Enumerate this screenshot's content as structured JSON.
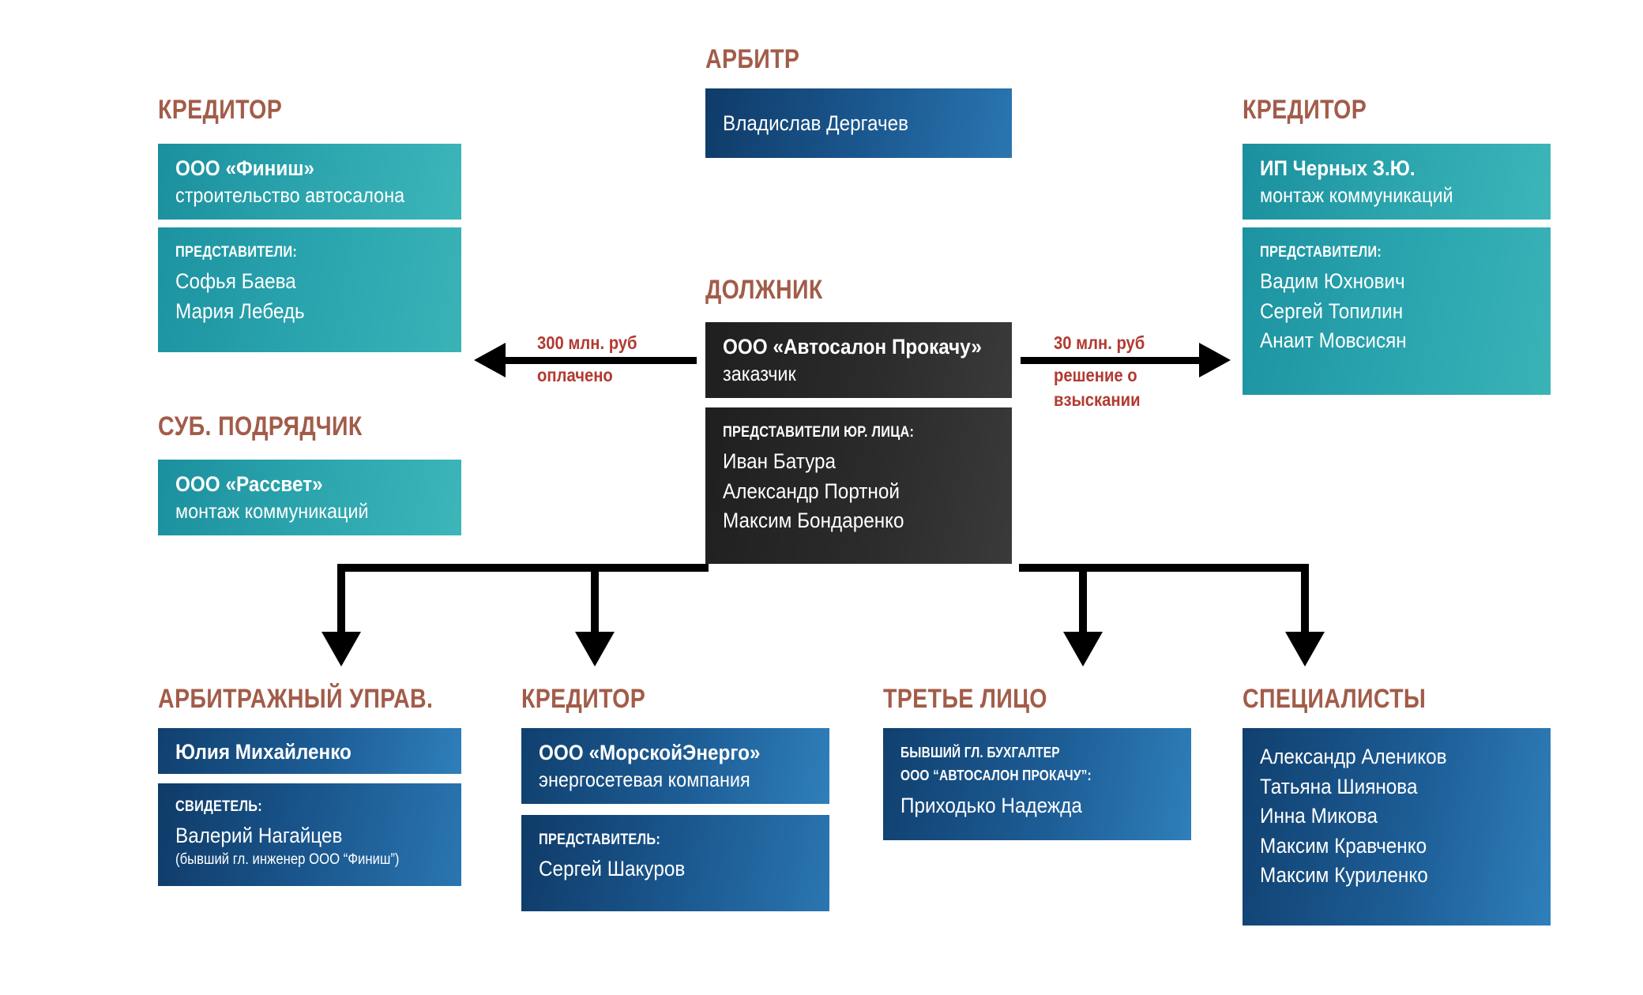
{
  "blocks": {
    "arbiter": {
      "heading": "АРБИТР",
      "name": "Владислав Дергачев"
    },
    "creditor_finish": {
      "heading": "КРЕДИТОР",
      "company": "ООО «Финиш»",
      "activity": "строительство автосалона",
      "reps_label": "ПРЕДСТАВИТЕЛИ:",
      "reps": [
        "Софья Баева",
        "Мария Лебедь"
      ]
    },
    "subcontractor": {
      "heading": "СУБ. ПОДРЯДЧИК",
      "company": "ООО «Рассвет»",
      "activity": "монтаж коммуникаций"
    },
    "debtor": {
      "heading": "ДОЛЖНИК",
      "company": "ООО «Автосалон Прокачу»",
      "activity": "заказчик",
      "reps_label": "ПРЕДСТАВИТЕЛИ ЮР. ЛИЦА:",
      "reps": [
        "Иван Батура",
        "Александр Портной",
        "Максим Бондаренко"
      ]
    },
    "creditor_chernykh": {
      "heading": "КРЕДИТОР",
      "company": "ИП Черных З.Ю.",
      "activity": "монтаж коммуникаций",
      "reps_label": "ПРЕДСТАВИТЕЛИ:",
      "reps": [
        "Вадим Юхнович",
        "Сергей Топилин",
        "Анаит Мовсисян"
      ]
    },
    "manager": {
      "heading": "АРБИТРАЖНЫЙ УПРАВ.",
      "name": "Юлия Михайленко",
      "witness_label": "СВИДЕТЕЛЬ:",
      "witness_name": "Валерий Нагайцев",
      "witness_note": "(бывший гл. инженер ООО “Финиш”)"
    },
    "creditor_morskoy": {
      "heading": "КРЕДИТОР",
      "company": "ООО «МорскойЭнерго»",
      "activity": "энергосетевая компания",
      "rep_label": "ПРЕДСТАВИТЕЛЬ:",
      "rep_name": "Сергей Шакуров"
    },
    "third_party": {
      "heading": "ТРЕТЬЕ ЛИЦО",
      "role_line1": "БЫВШИЙ ГЛ. БУХГАЛТЕР",
      "role_line2": "ООО “АВТОСАЛОН ПРОКАЧУ”:",
      "name": "Приходько Надежда"
    },
    "specialists": {
      "heading": "СПЕЦИАЛИСТЫ",
      "names": [
        "Александр Алеников",
        "Татьяна Шиянова",
        "Инна Микова",
        "Максим Кравченко",
        "Максим Куриленко"
      ]
    }
  },
  "flows": {
    "left": {
      "amount": "300 млн. руб",
      "status": "оплачено"
    },
    "right": {
      "amount": "30 млн. руб",
      "status_line1": "решение о",
      "status_line2": "взыскании"
    }
  },
  "colors": {
    "heading": "#a25c49",
    "flow_label": "#b23a32",
    "teal": "#2aa3ac",
    "blue": "#1d5d96",
    "dark": "#2b2b2b",
    "connector": "#000000"
  }
}
